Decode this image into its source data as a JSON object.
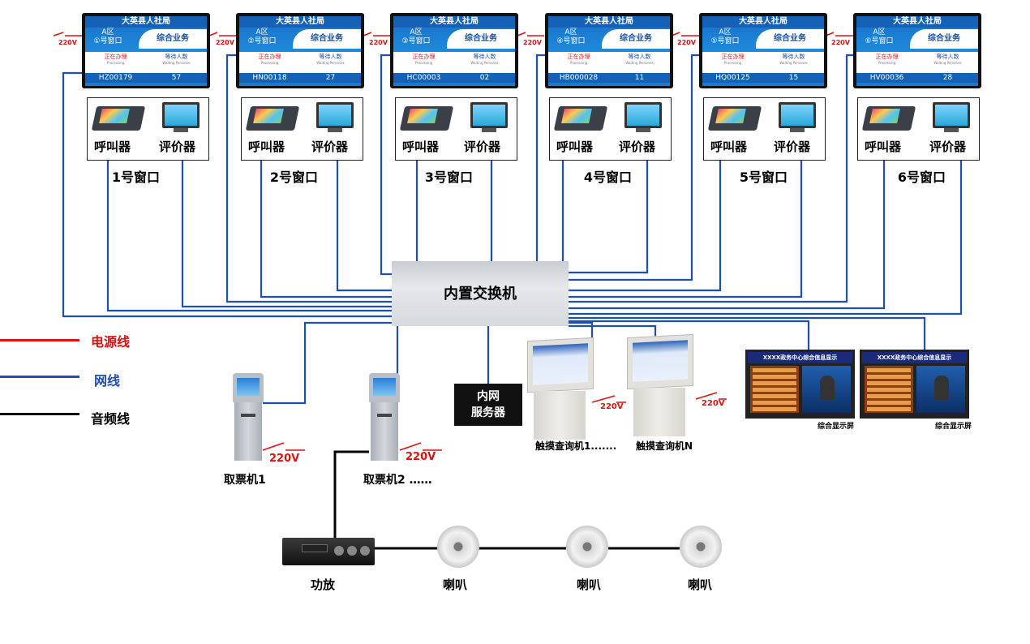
{
  "windows": [
    {
      "org": "大英县人社局",
      "area": "A区",
      "window": "①号窗口",
      "business": "综合业务",
      "processing_label": "正在办理",
      "processing_sub": "Processing",
      "waiting_label": "等待人数",
      "waiting_sub": "Waiting Persones",
      "ticket": "HZ00179",
      "waiting": "57",
      "caller": "呼叫器",
      "rater": "评价器",
      "name": "1号窗口"
    },
    {
      "org": "大英县人社局",
      "area": "A区",
      "window": "②号窗口",
      "business": "综合业务",
      "processing_label": "正在办理",
      "processing_sub": "Processing",
      "waiting_label": "等待人数",
      "waiting_sub": "Waiting Persones",
      "ticket": "HN00118",
      "waiting": "27",
      "caller": "呼叫器",
      "rater": "评价器",
      "name": "2号窗口"
    },
    {
      "org": "大英县人社局",
      "area": "A区",
      "window": "③号窗口",
      "business": "综合业务",
      "processing_label": "正在办理",
      "processing_sub": "Processing",
      "waiting_label": "等待人数",
      "waiting_sub": "Waiting Persones",
      "ticket": "HC00003",
      "waiting": "02",
      "caller": "呼叫器",
      "rater": "评价器",
      "name": "3号窗口"
    },
    {
      "org": "大英县人社局",
      "area": "A区",
      "window": "④号窗口",
      "business": "综合业务",
      "processing_label": "正在办理",
      "processing_sub": "Processing",
      "waiting_label": "等待人数",
      "waiting_sub": "Waiting Persones",
      "ticket": "HB000028",
      "waiting": "11",
      "caller": "呼叫器",
      "rater": "评价器",
      "name": "4号窗口"
    },
    {
      "org": "大英县人社局",
      "area": "A区",
      "window": "⑤号窗口",
      "business": "综合业务",
      "processing_label": "正在办理",
      "processing_sub": "Processing",
      "waiting_label": "等待人数",
      "waiting_sub": "Waiting Persones",
      "ticket": "HQ00125",
      "waiting": "15",
      "caller": "呼叫器",
      "rater": "评价器",
      "name": "5号窗口"
    },
    {
      "org": "大英县人社局",
      "area": "A区",
      "window": "⑥号窗口",
      "business": "综合业务",
      "processing_label": "正在办理",
      "processing_sub": "Processing",
      "waiting_label": "等待人数",
      "waiting_sub": "Waiting Persones",
      "ticket": "HV00036",
      "waiting": "28",
      "caller": "呼叫器",
      "rater": "评价器",
      "name": "6号窗口"
    }
  ],
  "power_label": "220V",
  "switch_label": "内置交换机",
  "legend": [
    {
      "label": "电源线",
      "color": "#e01010"
    },
    {
      "label": "网线",
      "color": "#1f4fb0"
    },
    {
      "label": "音频线",
      "color": "#000000"
    }
  ],
  "server_line1": "内网",
  "server_line2": "服务器",
  "kiosks": [
    {
      "label": "取票机1"
    },
    {
      "label": "取票机2 ……"
    }
  ],
  "touch": [
    {
      "label": "触摸查询机1......."
    },
    {
      "label": "触摸查询机N"
    }
  ],
  "info_displays": [
    {
      "title": "XXXX政务中心综合信息显示",
      "label": "综合显示屏"
    },
    {
      "title": "XXXX政务中心综合信息显示",
      "label": "综合显示屏"
    }
  ],
  "amplifier_label": "功放",
  "speakers": [
    "喇叭",
    "喇叭",
    "喇叭"
  ],
  "colors": {
    "power": "#e01010",
    "network": "#1f4fb0",
    "audio": "#000000"
  }
}
